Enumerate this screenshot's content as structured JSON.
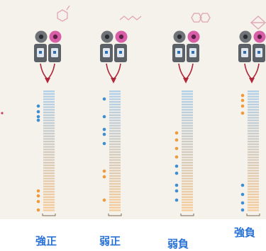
{
  "labels": [
    "強正",
    "弱正",
    "弱負",
    "強負"
  ],
  "colors": {
    "label": "#2a73d6",
    "blue_dot": "#3f8fd0",
    "orange_dot": "#ef9a3c",
    "gray_dot": "#8a8f96",
    "magenta": "#d85fa7",
    "arrow": "#b0263a",
    "column_top": "#a9cbe9",
    "column_bottom": "#f6c58f"
  },
  "icons": [
    "benzene-icon",
    "chain-icon",
    "fused-ring-icon",
    "cube-icon",
    "particle-pair-icon",
    "detector-pair-icon",
    "merge-arrow-icon"
  ]
}
